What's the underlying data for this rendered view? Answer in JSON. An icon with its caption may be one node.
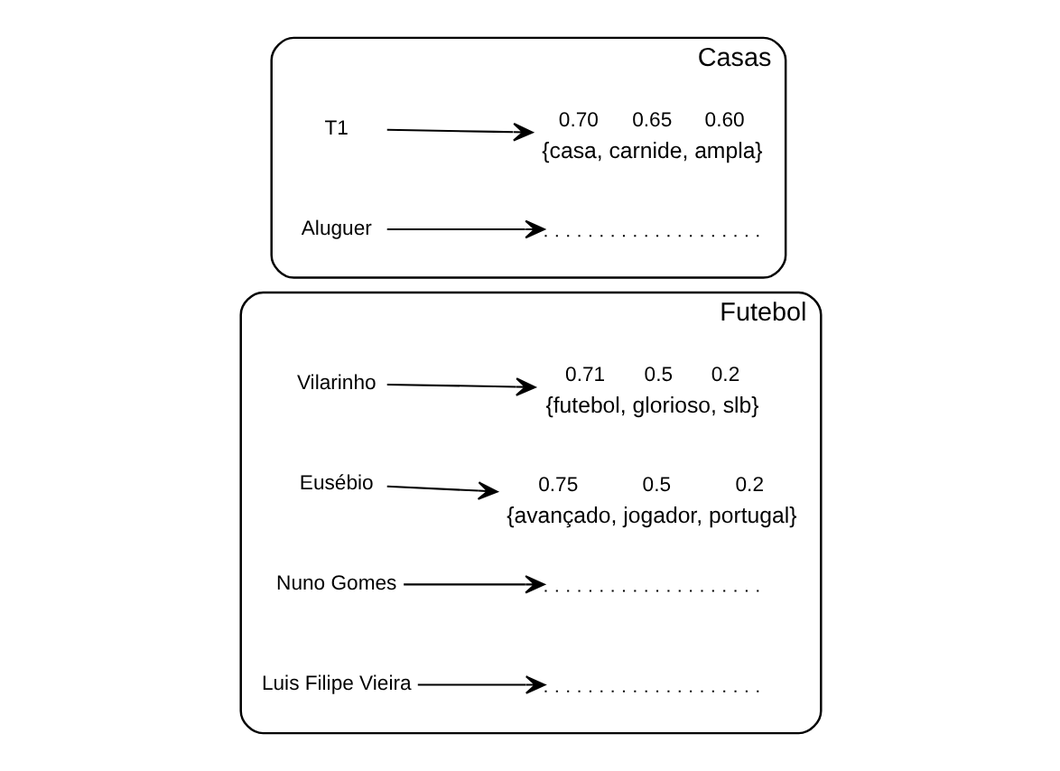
{
  "diagram": {
    "nodes": [
      {
        "text": [
          "Futebol"
        ]
      },
      {
        "text": [
          "Vilarinho"
        ],
        "in": 0
      },
      {
        "text": [
          "0.71",
          "0.5",
          "0.2",
          "{futebol, glorioso, slb}"
        ],
        "in": 0
      },
      {
        "text": [
          "Eusébio"
        ],
        "in": 0
      },
      {
        "text": [
          "0.75",
          "0.5",
          "0.2",
          "{avançado, jogador, portugal}"
        ],
        "in": 0
      },
      {
        "text": [
          "Nuno Gomes"
        ],
        "in": 0
      },
      {
        "text": [],
        "shape": "line",
        "in": 0
      },
      {
        "text": [
          "Luis Filipe Vieira"
        ],
        "in": 0
      },
      {
        "text": [],
        "shape": "line",
        "in": 0
      },
      {
        "text": [
          "Casas"
        ]
      },
      {
        "text": [
          "T1"
        ],
        "in": 9
      },
      {
        "text": [
          "0.70",
          "0.65",
          "0.60",
          "{casa, carnide, ampla}"
        ],
        "in": 9
      },
      {
        "text": [
          "Aluguer"
        ],
        "in": 9
      },
      {
        "text": [],
        "shape": "line",
        "in": 9
      }
    ],
    "edges": [
      {
        "from": 1,
        "to": 2,
        "arrow": "to"
      },
      {
        "from": 3,
        "to": 4,
        "arrow": "to"
      },
      {
        "from": 5,
        "to": 6,
        "arrow": "to"
      },
      {
        "from": 7,
        "to": 8,
        "arrow": "to"
      },
      {
        "from": 10,
        "to": 11,
        "arrow": "to"
      },
      {
        "from": 12,
        "to": 13,
        "arrow": "to"
      }
    ]
  }
}
